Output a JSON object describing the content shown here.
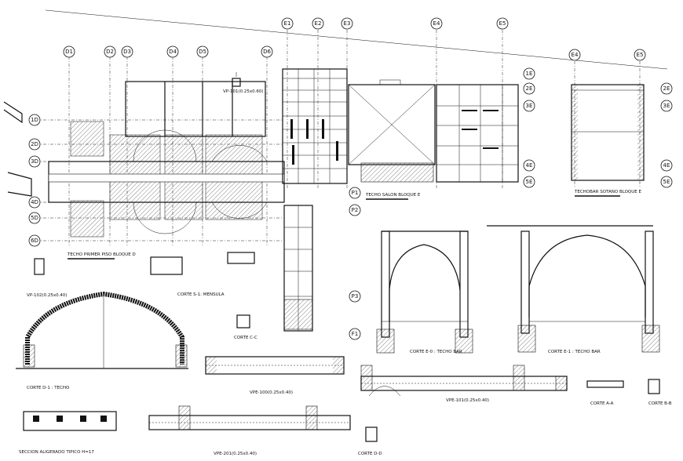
{
  "grid_bubbles_top": [
    "D1",
    "D2",
    "D3",
    "D4",
    "D5",
    "D6",
    "E1",
    "E2",
    "E3",
    "E4",
    "E5",
    "E4",
    "E5"
  ],
  "grid_bubbles_side_d": [
    "1D",
    "2D",
    "3D",
    "4D",
    "5D",
    "6D"
  ],
  "grid_bubbles_side_e_center": [
    "1E",
    "2E",
    "3E",
    "4E",
    "5E"
  ],
  "grid_bubbles_side_e_right": [
    "2E",
    "3E",
    "4E",
    "5E"
  ],
  "grid_bubbles_p": [
    "P1",
    "P2",
    "P3",
    "F1"
  ],
  "titles": {
    "techo_primer_piso": "TECHO PRIMER PISO BLOQUE D",
    "techo_salon": "TECHO SALON BLOQUE E",
    "techo_sotano": "TECHOBAR SOTANO BLOQUE E",
    "corte_s1": "CORTE S-1: MENSULA",
    "corte_cc": "CORTE C-C",
    "corte_d1": "CORTE D-1 : TECHO",
    "corte_e0": "CORTE E-0 : TECHO BAR",
    "corte_e1": "CORTE E-1 : TECHO BAR",
    "vpe_100": "VPE-100(0.25x0.40)",
    "vpe_101": "VPE-101(0.25x0.40)",
    "vpe_201": "VPE-201(0.25x0.40)",
    "corte_aa": "CORTE A-A",
    "corte_bb": "CORTE B-B",
    "corte_dd": "CORTE D-D",
    "seccion_aligerado": "SECCION ALIGERADO TIPICO H=17"
  },
  "small_labels": {
    "vp_1": "VP-101(0.25x0.60)",
    "vp_2": "VP-102(0.25x0.40)"
  }
}
